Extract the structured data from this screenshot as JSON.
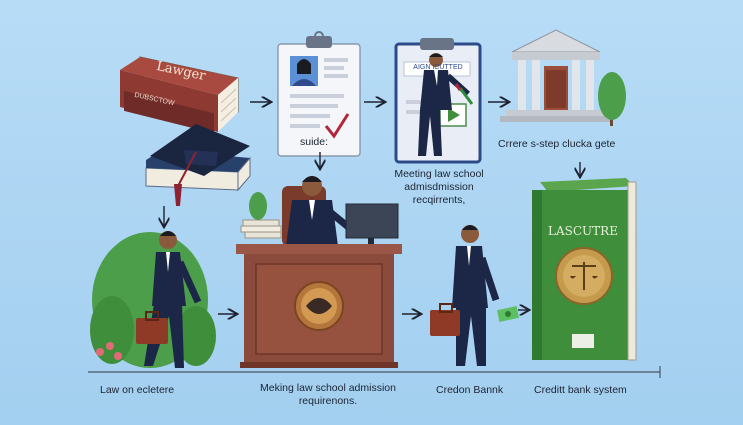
{
  "book_lawyer": {
    "title": "Lawger",
    "subtitle": "DUBSCTOW"
  },
  "clipboard_two": {
    "badge": "AIGN  ICUTTED"
  },
  "green_book": {
    "title": "LASCUTRE"
  },
  "captions": {
    "guide": "suide:",
    "meeting": "Meeting law school\nadmisdmission\nrecqirrents,",
    "steps": "Crrere s-step clucka gete",
    "law": "Law on ecletere",
    "making": "Meking law school admission\nrequirenons.",
    "credon": "Credon Bannk",
    "credit": "Creditt bank system"
  },
  "colors": {
    "sky": "#a9d4f2",
    "suit": "#1c2747",
    "book_red": "#8e3a33",
    "desk": "#8a4a3c",
    "green_book": "#3f8e3c",
    "tree": "#4c9e4a"
  }
}
